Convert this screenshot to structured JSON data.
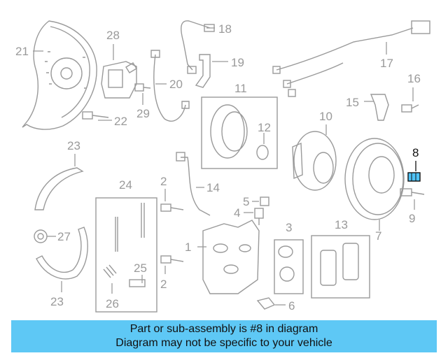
{
  "callouts": {
    "c1": "1",
    "c2a": "2",
    "c2b": "2",
    "c3": "3",
    "c4": "4",
    "c5": "5",
    "c6": "6",
    "c7": "7",
    "c8": "8",
    "c9": "9",
    "c10": "10",
    "c11": "11",
    "c12": "12",
    "c13": "13",
    "c14": "14",
    "c15": "15",
    "c16": "16",
    "c17": "17",
    "c18": "18",
    "c19": "19",
    "c20": "20",
    "c21": "21",
    "c22": "22",
    "c23a": "23",
    "c23b": "23",
    "c24": "24",
    "c25": "25",
    "c26": "26",
    "c27": "27",
    "c28": "28",
    "c29": "29"
  },
  "highlight": {
    "part": "8",
    "color": "#4fc3f7"
  },
  "banner": {
    "line1": "Part or sub-assembly is #8 in diagram",
    "line2": "Diagram may not be specific to your vehicle",
    "background": "#5ec8f5"
  }
}
